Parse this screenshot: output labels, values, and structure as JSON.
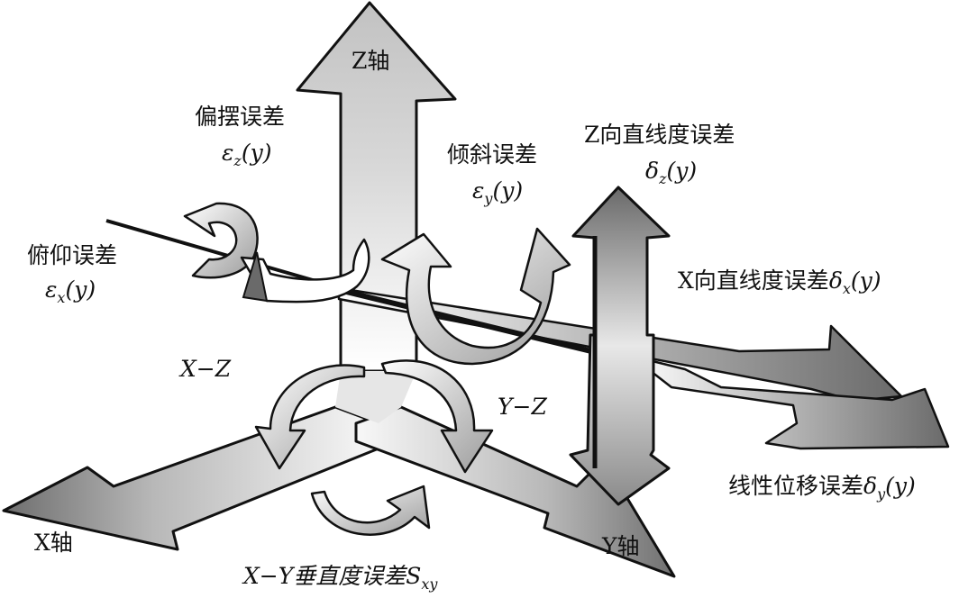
{
  "axes": {
    "z_axis": "Z轴",
    "x_axis": "X轴",
    "y_axis": "Y轴"
  },
  "errors": {
    "yaw": {
      "name": "偏摆误差",
      "symbol": "ε",
      "subscript": "z",
      "arg": "(y)"
    },
    "pitch": {
      "name": "俯仰误差",
      "symbol": "ε",
      "subscript": "x",
      "arg": "(y)"
    },
    "roll": {
      "name": "倾斜误差",
      "symbol": "ε",
      "subscript": "y",
      "arg": "(y)"
    },
    "z_straightness": {
      "name": "Z向直线度误差",
      "symbol": "δ",
      "subscript": "z",
      "arg": "(y)"
    },
    "x_straightness": {
      "name": "X向直线度误差",
      "symbol": "δ",
      "subscript": "x",
      "arg": "(y)"
    },
    "linear": {
      "name": "线性位移误差",
      "symbol": "δ",
      "subscript": "y",
      "arg": "(y)"
    },
    "xy_perp": {
      "name": "X−Y垂直度误差",
      "symbol": "S",
      "subscript": "xy"
    }
  },
  "planes": {
    "xz": "X−Z",
    "yz": "Y−Z"
  },
  "colors": {
    "arrow_fill_light": "#f2f2f2",
    "arrow_fill_dark": "#8a8a8a",
    "outline": "#111111"
  }
}
